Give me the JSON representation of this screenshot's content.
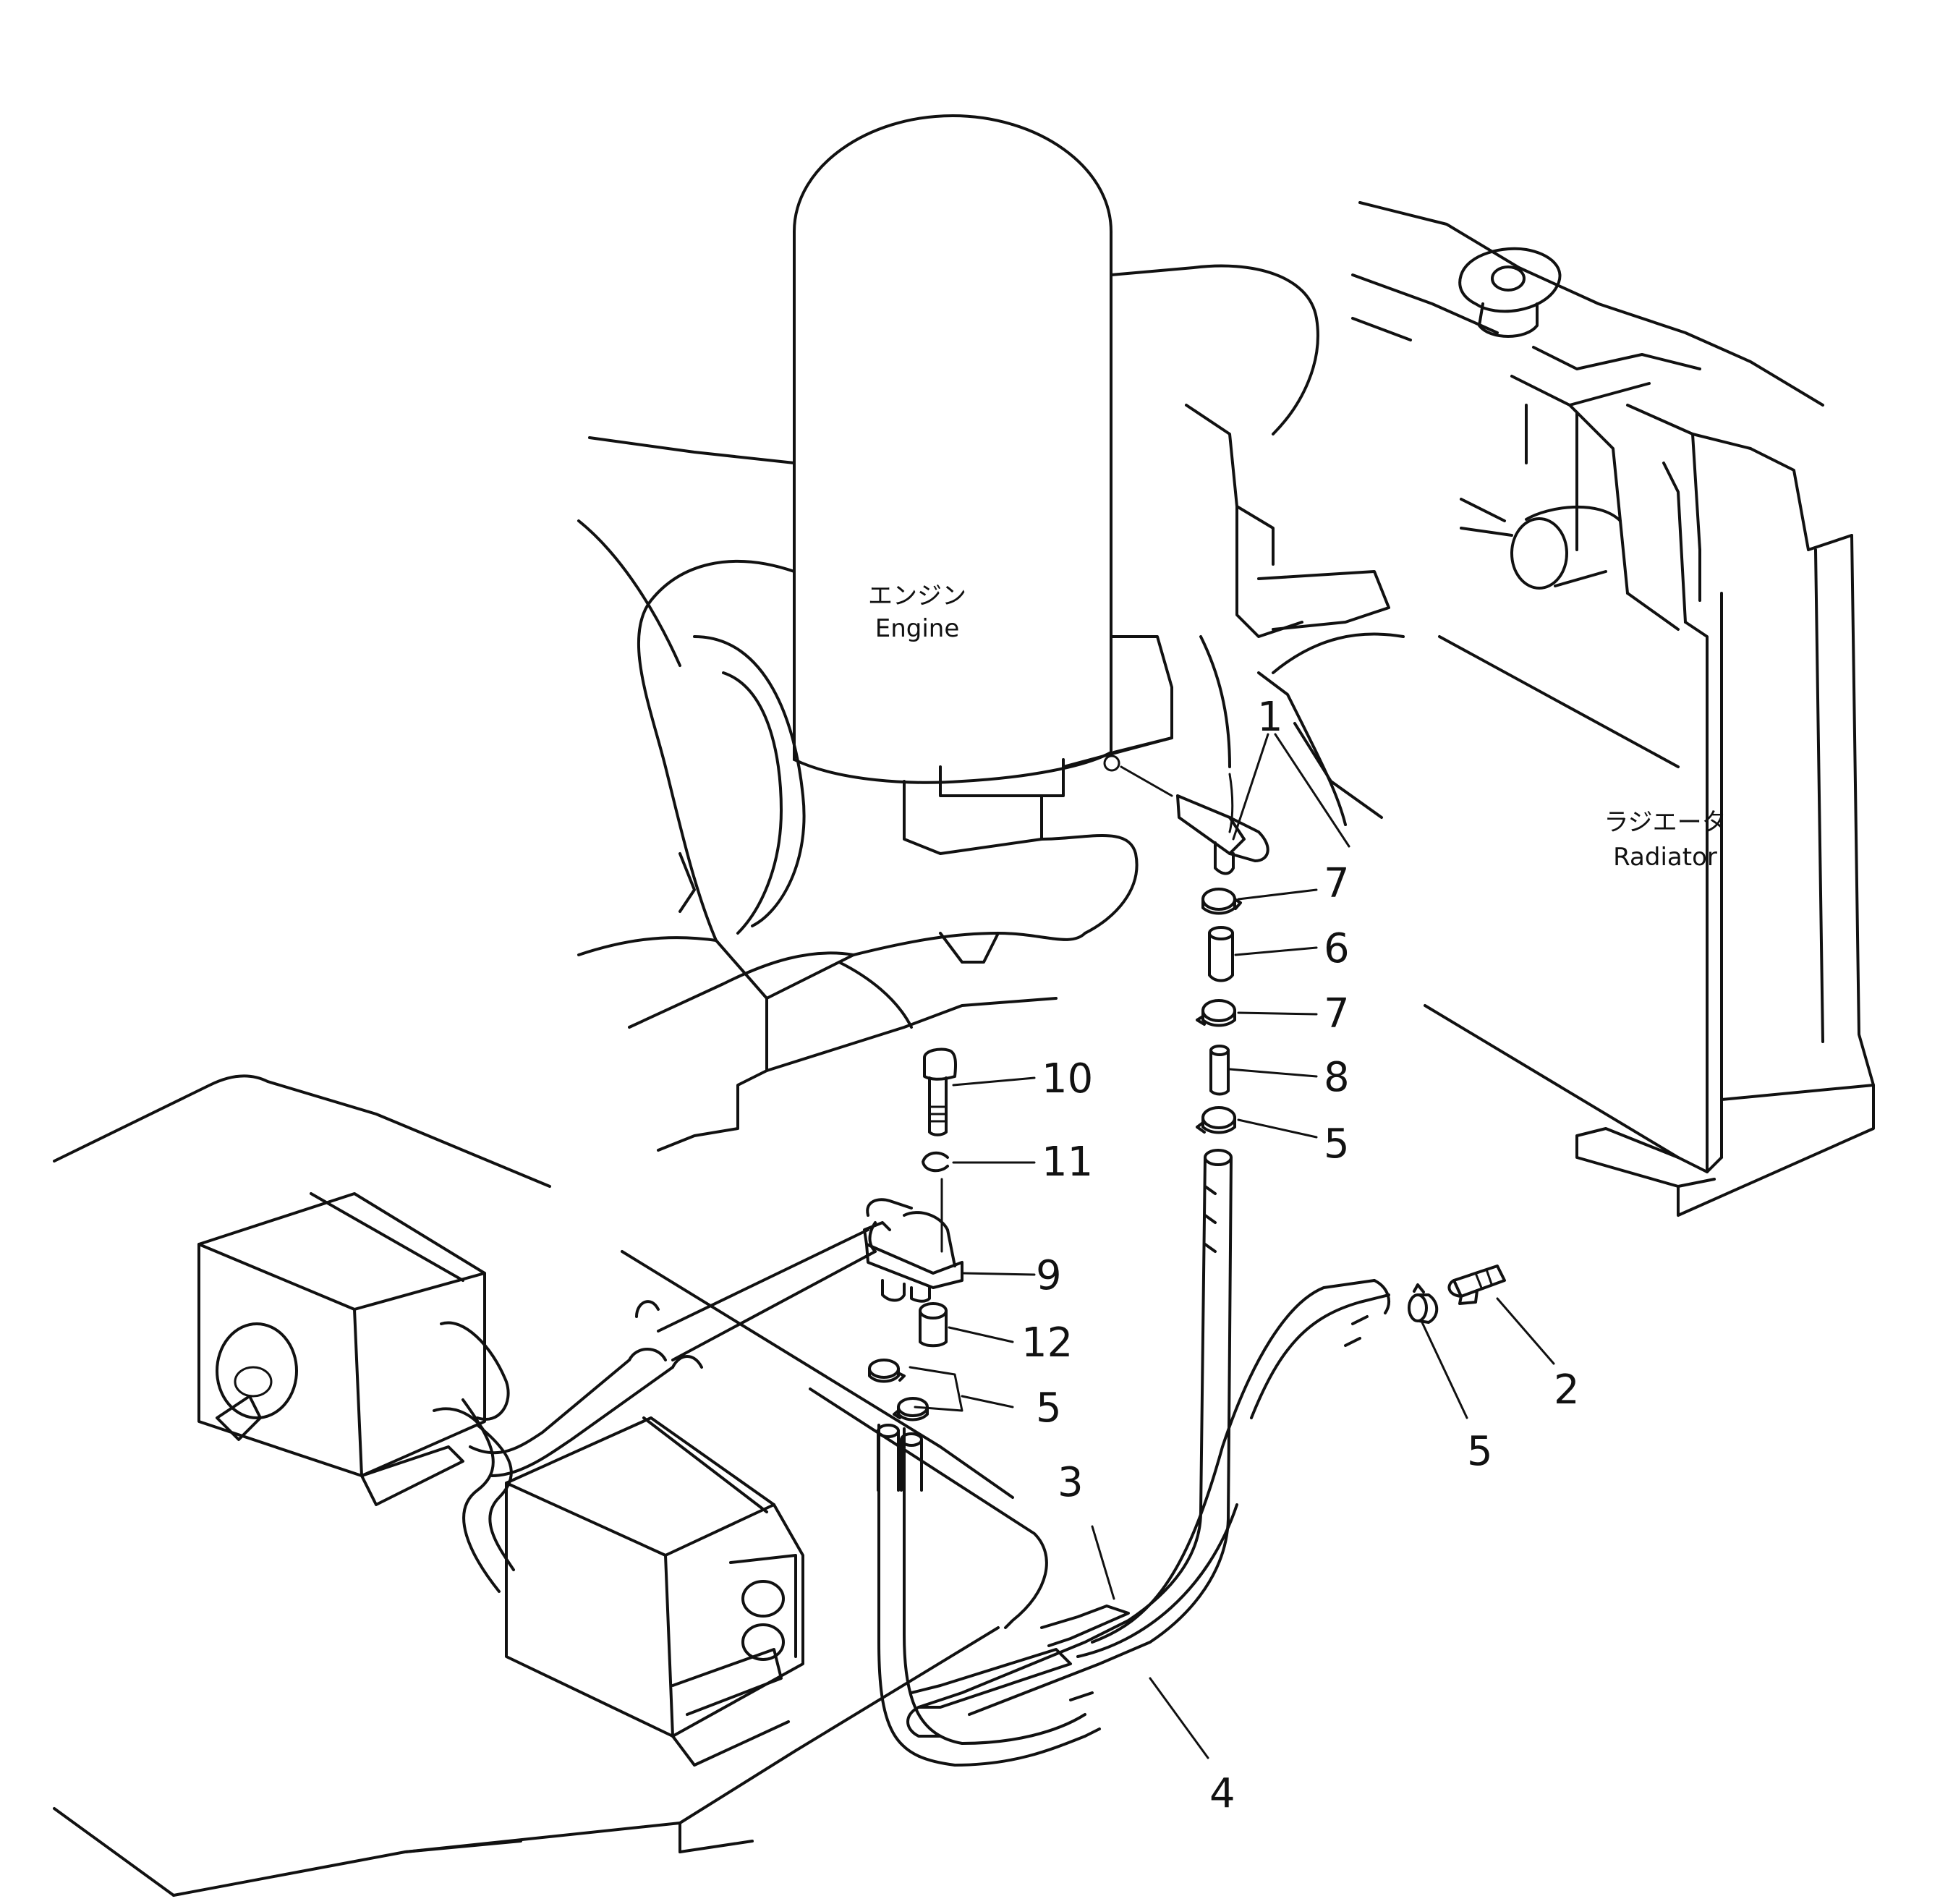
{
  "labels": {
    "engine_jp": "エンジン",
    "engine_en": "Engine",
    "radiator_jp": "ラジエータ",
    "radiator_en": "Radiator"
  },
  "callouts": [
    {
      "id": "c1",
      "number": "1"
    },
    {
      "id": "c7a",
      "number": "7"
    },
    {
      "id": "c6",
      "number": "6"
    },
    {
      "id": "c7b",
      "number": "7"
    },
    {
      "id": "c8",
      "number": "8"
    },
    {
      "id": "c5a",
      "number": "5"
    },
    {
      "id": "c10",
      "number": "10"
    },
    {
      "id": "c11",
      "number": "11"
    },
    {
      "id": "c9",
      "number": "9"
    },
    {
      "id": "c12",
      "number": "12"
    },
    {
      "id": "c5b",
      "number": "5"
    },
    {
      "id": "c2",
      "number": "2"
    },
    {
      "id": "c5c",
      "number": "5"
    },
    {
      "id": "c3",
      "number": "3"
    },
    {
      "id": "c4",
      "number": "4"
    }
  ]
}
